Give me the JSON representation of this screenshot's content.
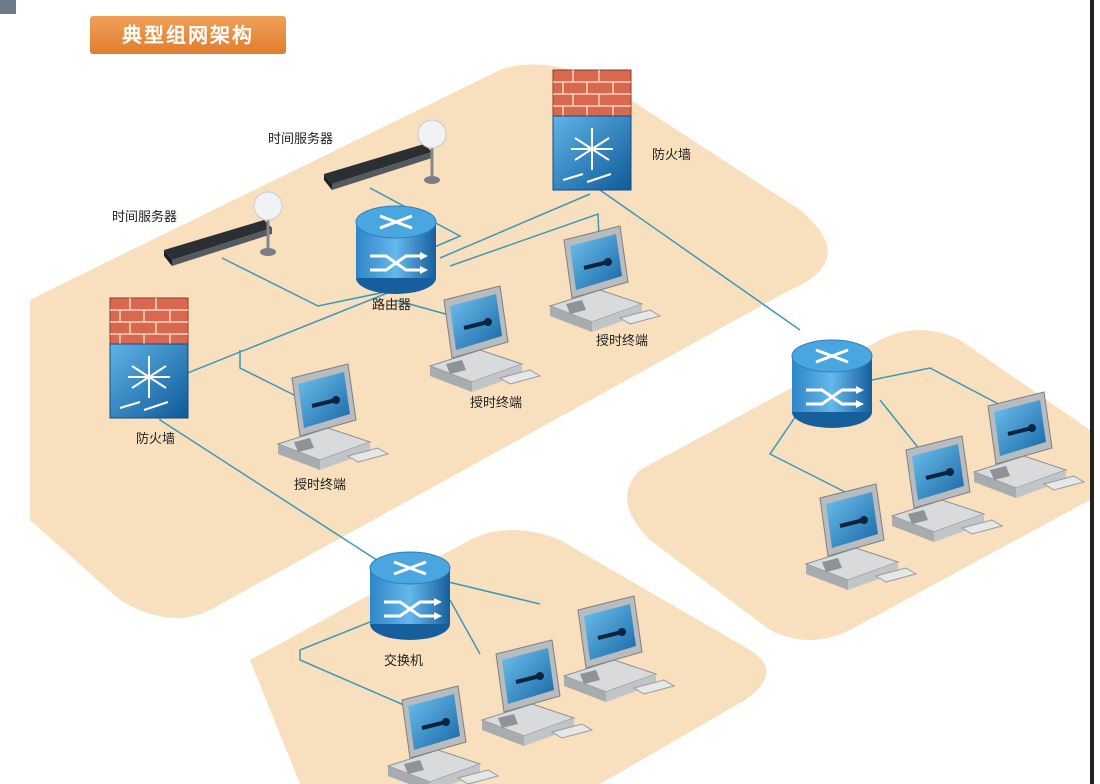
{
  "title": "典型组网架构",
  "labels": {
    "time_server_top": "时间服务器",
    "time_server_left": "时间服务器",
    "firewall_top": "防火墙",
    "firewall_left": "防火墙",
    "router": "路由器",
    "switch": "交换机",
    "terminal_a": "授时终端",
    "terminal_b": "授时终端",
    "terminal_c": "授时终端"
  },
  "colors": {
    "zone_fill": "#f8dfbd",
    "device_blue": "#1d6fb0",
    "brick_red": "#d96a50",
    "link_line": "#3f98b5",
    "title_bg": "#e8883a"
  }
}
